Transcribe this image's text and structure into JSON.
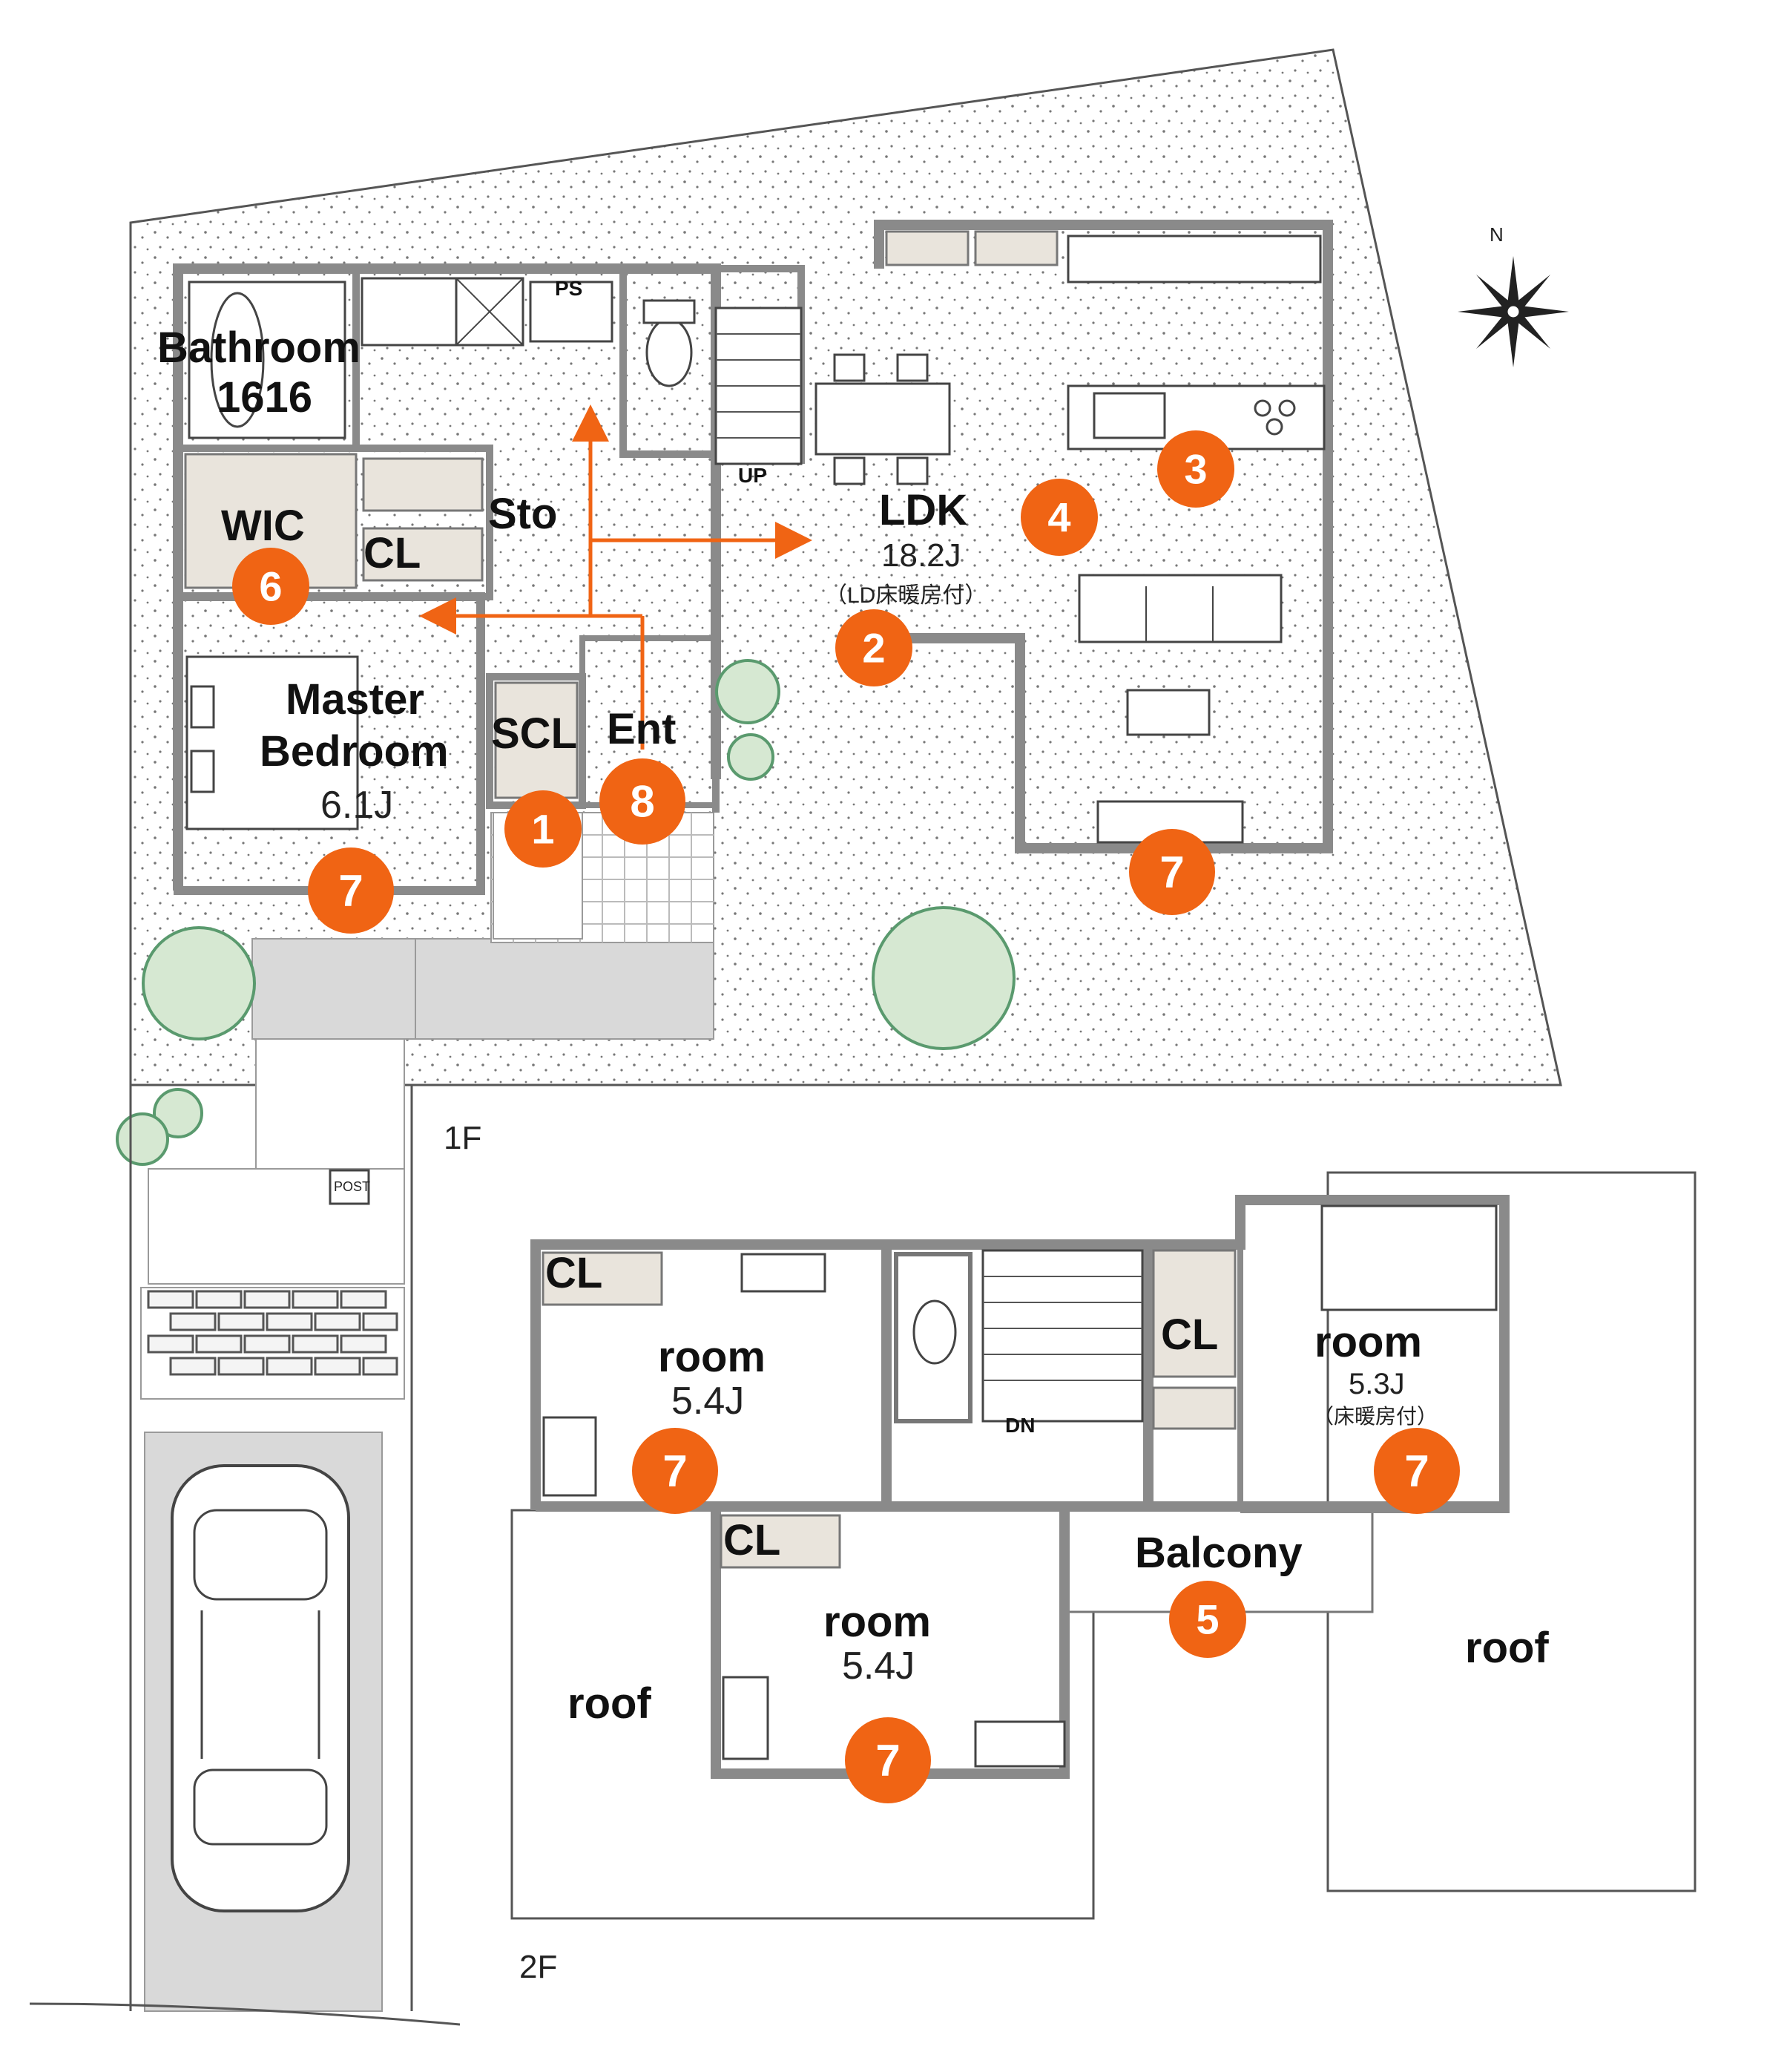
{
  "floor_1": {
    "floor_label": "1F",
    "rooms": {
      "bathroom": "Bathroom",
      "bathroom_size": "1616",
      "ps": "PS",
      "wic": "WIC",
      "cl": "CL",
      "sto": "Sto",
      "up": "UP",
      "ldk": "LDK",
      "ldk_size": "18.2J",
      "ldk_note": "（LD床暖房付）",
      "master_line1": "Master",
      "master_line2": "Bedroom",
      "master_size": "6.1J",
      "scl": "SCL",
      "ent": "Ent",
      "post": "POST"
    }
  },
  "floor_2": {
    "floor_label": "2F",
    "rooms": {
      "cl_a": "CL",
      "room_a": "room",
      "room_a_size": "5.4J",
      "dn": "DN",
      "cl_b": "CL",
      "room_b": "room",
      "room_b_size": "5.3J",
      "room_b_note": "（床暖房付）",
      "cl_c": "CL",
      "room_c": "room",
      "room_c_size": "5.4J",
      "balcony": "Balcony",
      "roof_left": "roof",
      "roof_right": "roof"
    }
  },
  "compass": {
    "north": "N"
  },
  "badges": [
    "1",
    "2",
    "3",
    "4",
    "5",
    "6",
    "7",
    "8"
  ],
  "colors": {
    "accent": "#f06414",
    "wall": "#8a8a8a",
    "closet": "#e9e4dc",
    "tree": "#d6e8d2"
  }
}
